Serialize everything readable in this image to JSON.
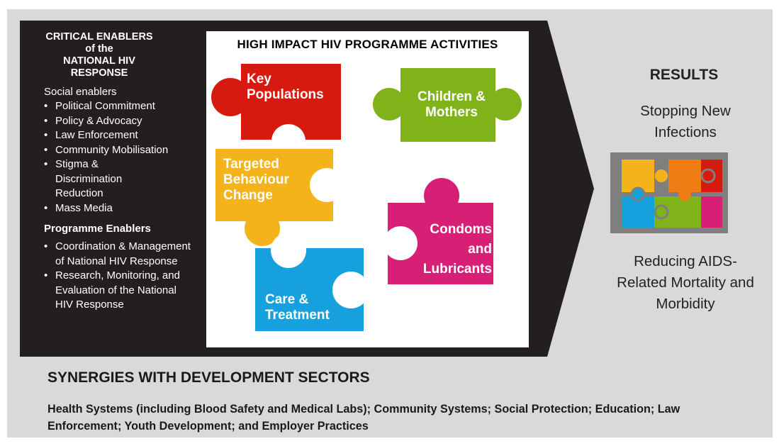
{
  "enablers": {
    "title": "CRITICAL ENABLERS of the NATIONAL HIV RESPONSE",
    "title_lines": [
      "CRITICAL ENABLERS",
      "of the",
      "NATIONAL HIV",
      "RESPONSE"
    ],
    "social_heading": "Social enablers",
    "social_items": [
      "Political Commitment",
      "Policy & Advocacy",
      "Law Enforcement",
      "Community Mobilisation",
      "Stigma & Discrimination Reduction",
      "Mass Media"
    ],
    "programme_heading": "Programme Enablers",
    "programme_items": [
      "Coordination & Management of National HIV Response",
      "Research, Monitoring, and Evaluation of the National HIV Response"
    ]
  },
  "activities": {
    "title": "HIGH IMPACT HIV PROGRAMME ACTIVITIES",
    "pieces": {
      "key_populations": "Key Populations",
      "children_mothers": "Children & Mothers",
      "behaviour_change": "Targeted Behaviour Change",
      "condoms": "Condoms and Lubricants",
      "care_treatment": "Care & Treatment"
    },
    "colors": {
      "key_populations": "#d71a0f",
      "children_mothers": "#7fb319",
      "behaviour_change": "#f4b31a",
      "condoms": "#d81f76",
      "care_treatment": "#16a0dd"
    }
  },
  "results": {
    "title": "RESULTS",
    "outcome1": "Stopping New Infections",
    "outcome2": "Reducing AIDS-Related Mortality and Morbidity"
  },
  "synergies": {
    "title": "SYNERGIES WITH DEVELOPMENT SECTORS",
    "text": "Health Systems (including Blood Safety and Medical Labs); Community Systems; Social Protection; Education; Law Enforcement; Youth Development; and Employer Practices"
  },
  "colors": {
    "panel": "#d9d9d9",
    "arrow": "#231f20",
    "text_dark": "#222222"
  }
}
